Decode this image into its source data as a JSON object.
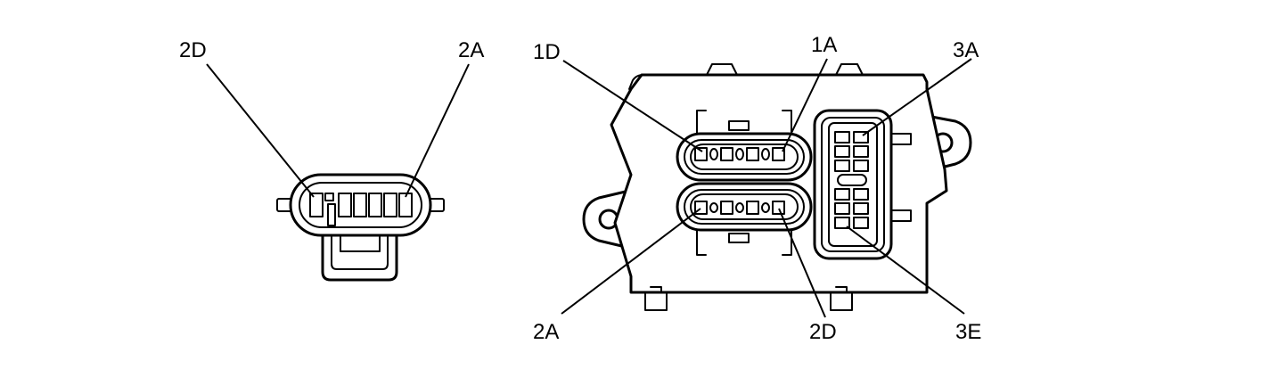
{
  "left_connector": {
    "labels": {
      "pin_2d": "2D",
      "pin_2a": "2A"
    }
  },
  "right_module": {
    "labels": {
      "pin_1d": "1D",
      "pin_1a": "1A",
      "pin_3a": "3A",
      "pin_2a": "2A",
      "pin_2d": "2D",
      "pin_3e": "3E"
    }
  },
  "colors": {
    "line": "#000000",
    "background": "#ffffff"
  }
}
